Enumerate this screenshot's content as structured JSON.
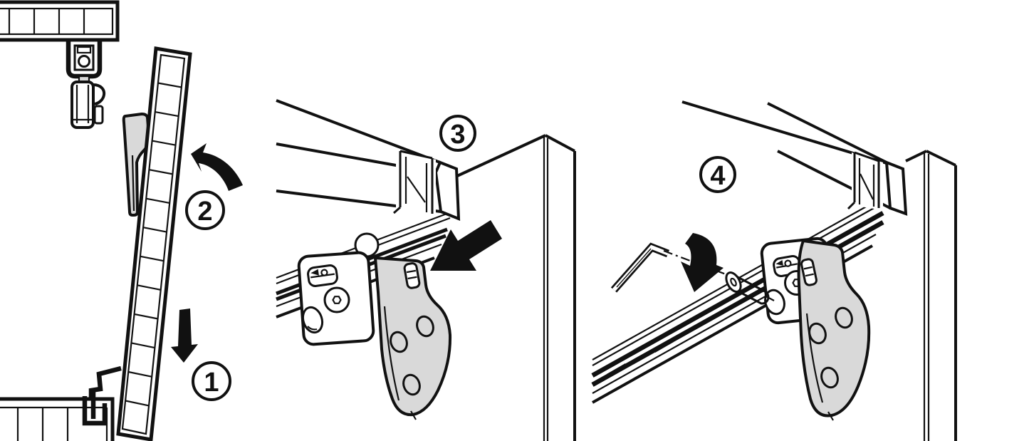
{
  "figure": {
    "type": "furniture-sliding-door-installation-diagram",
    "background": "#ffffff",
    "line_color": "#111111",
    "part_fill_gray": "#d9d9d9",
    "screw_fill_gray": "#c9c9c9",
    "steps": [
      {
        "label": "1"
      },
      {
        "label": "2"
      },
      {
        "label": "3"
      },
      {
        "label": "4"
      }
    ]
  }
}
